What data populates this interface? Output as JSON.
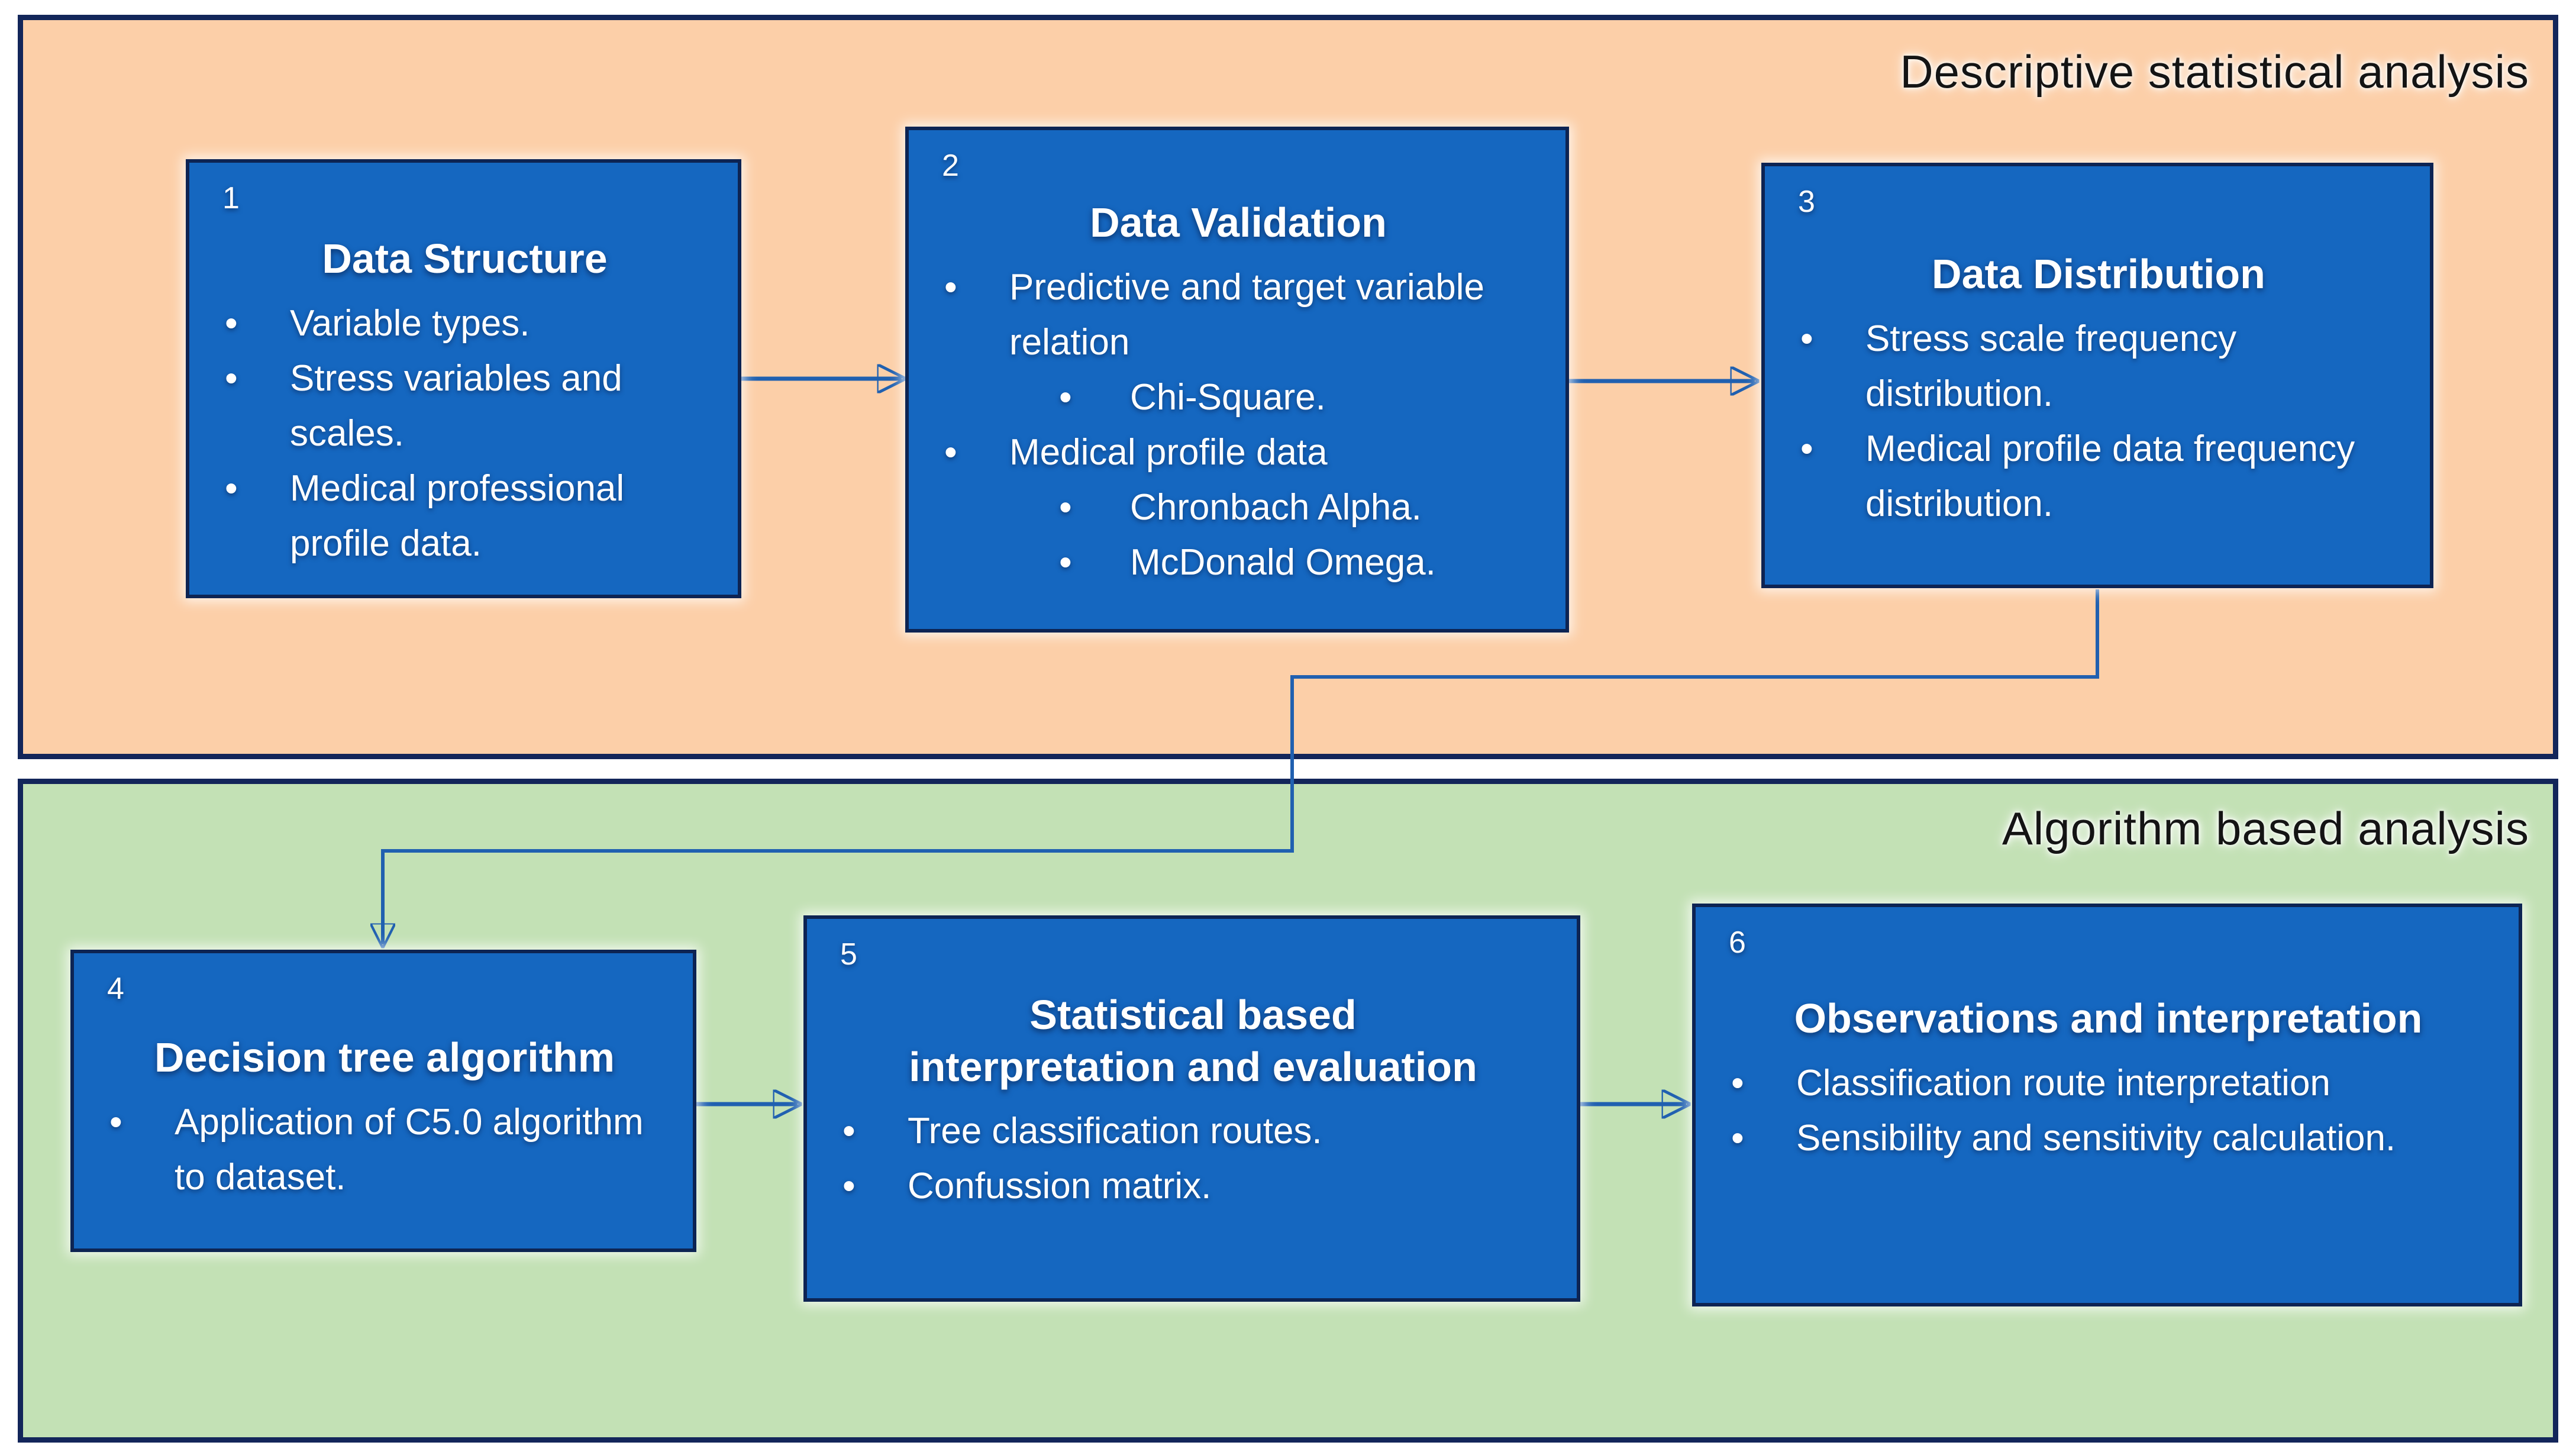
{
  "sections": {
    "descriptive": {
      "title": "Descriptive statistical analysis"
    },
    "algorithm": {
      "title": "Algorithm based analysis"
    }
  },
  "boxes": [
    {
      "number": "1",
      "title": "Data Structure",
      "items": [
        {
          "text": "Variable types.",
          "level": 1
        },
        {
          "text": "Stress variables and scales.",
          "level": 1
        },
        {
          "text": "Medical professional profile data.",
          "level": 1
        }
      ]
    },
    {
      "number": "2",
      "title": "Data Validation",
      "items": [
        {
          "text": "Predictive and target variable relation",
          "level": 1
        },
        {
          "text": "Chi-Square.",
          "level": 2
        },
        {
          "text": "Medical profile data",
          "level": 1
        },
        {
          "text": "Chronbach Alpha.",
          "level": 2
        },
        {
          "text": "McDonald Omega.",
          "level": 2
        }
      ]
    },
    {
      "number": "3",
      "title": "Data Distribution",
      "items": [
        {
          "text": "Stress scale frequency distribution.",
          "level": 1
        },
        {
          "text": "Medical profile data frequency distribution.",
          "level": 1
        }
      ]
    },
    {
      "number": "4",
      "title": "Decision tree algorithm",
      "items": [
        {
          "text": "Application of C5.0 algorithm to dataset.",
          "level": 1
        }
      ]
    },
    {
      "number": "5",
      "title_lines": [
        "Statistical based",
        "interpretation and evaluation"
      ],
      "items": [
        {
          "text": "Tree classification routes.",
          "level": 1
        },
        {
          "text": "Confussion matrix.",
          "level": 1
        }
      ]
    },
    {
      "number": "6",
      "title": "Observations and interpretation",
      "items": [
        {
          "text": "Classification route interpretation",
          "level": 1
        },
        {
          "text": "Sensibility and sensitivity calculation.",
          "level": 1
        }
      ]
    }
  ],
  "connectors": [
    {
      "from": "1",
      "to": "2",
      "type": "straight-arrow"
    },
    {
      "from": "2",
      "to": "3",
      "type": "straight-arrow"
    },
    {
      "from": "3",
      "to": "4",
      "type": "elbow-arrow"
    },
    {
      "from": "4",
      "to": "5",
      "type": "straight-arrow"
    },
    {
      "from": "5",
      "to": "6",
      "type": "straight-arrow"
    }
  ],
  "colors": {
    "descriptive_panel_bg": "#FCCFA8",
    "algorithm_panel_bg": "#C3E1B5",
    "panel_border": "#13265A",
    "box_fill": "#1567C0",
    "box_border": "#0D2453",
    "connector": "#2060B0",
    "section_title_text": "#141414",
    "box_text": "#FFFFFF"
  }
}
